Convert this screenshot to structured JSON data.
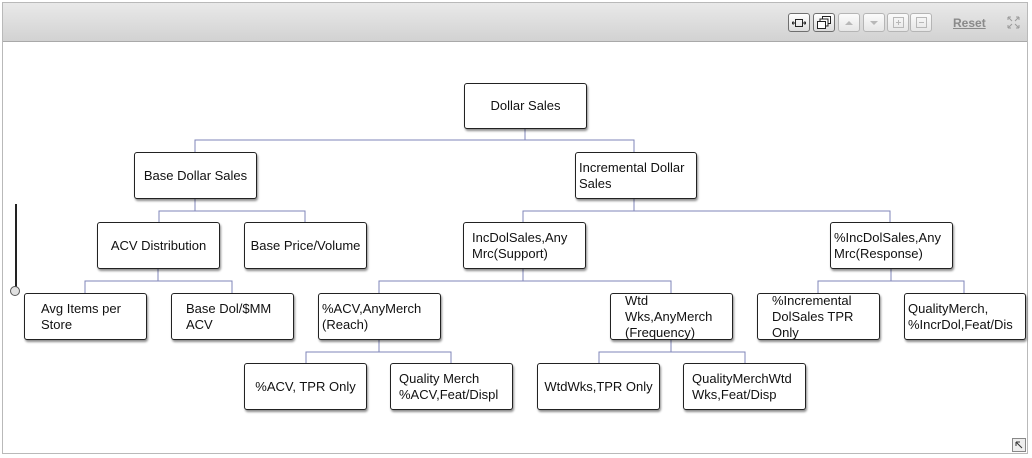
{
  "toolbar": {
    "reset_label": "Reset",
    "buttons": [
      "fit-to-screen-icon",
      "cascade-icon",
      "move-up-icon",
      "move-down-icon",
      "expand-all-icon",
      "collapse-all-icon"
    ]
  },
  "tree": {
    "root": "Dollar Sales",
    "base_dollar_sales": "Base Dollar Sales",
    "incremental_dollar_sales": "Incremental Dollar Sales",
    "acv_distribution": "ACV Distribution",
    "base_price_volume": "Base Price/Volume",
    "incdolsales_support": "IncDolSales,Any Mrc(Support)",
    "pct_incdolsales_response": "%IncDolSales,Any Mrc(Response)",
    "avg_items_per_store": "Avg Items per Store",
    "base_dol_mm_acv": "Base Dol/$MM ACV",
    "pct_acv_reach": "%ACV,AnyMerch (Reach)",
    "wtd_wks_frequency": "Wtd Wks,AnyMerch (Frequency)",
    "pct_incr_dolsales_tpr": "%Incremental DolSales TPR Only",
    "quality_merch_incr_dol": "QualityMerch, %IncrDol,Feat/Dis",
    "pct_acv_tpr_only": "%ACV, TPR Only",
    "quality_merch_acv": "Quality Merch %ACV,Feat/Displ",
    "wtdwks_tpr_only": "WtdWks,TPR Only",
    "quality_merch_wtd_wks": "QualityMerchWtd Wks,Feat/Disp"
  },
  "colors": {
    "connector": "#7f86b9",
    "node_border": "#222222",
    "toolbar_bg": "#dcdcdc"
  }
}
